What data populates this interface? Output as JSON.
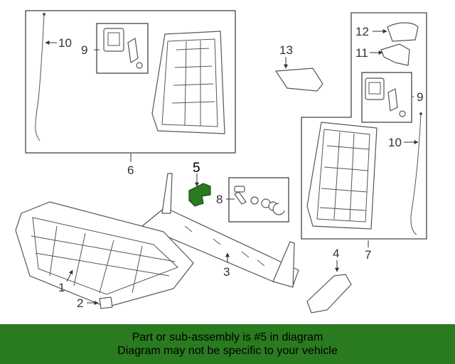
{
  "diagram": {
    "callouts": {
      "c1": "1",
      "c2": "2",
      "c3": "3",
      "c4": "4",
      "c5": "5",
      "c6": "6",
      "c7": "7",
      "c8": "8",
      "c9_left": "9",
      "c9_right": "9",
      "c10_left": "10",
      "c10_right": "10",
      "c11": "11",
      "c12": "12",
      "c13": "13"
    },
    "highlight_part": "5",
    "colors": {
      "highlight": "#2a7a1f",
      "banner": "#2a7a1f",
      "line": "#555555"
    }
  },
  "banner": {
    "line1": "Part or sub-assembly is #5 in diagram",
    "line2": "Diagram may not be specific to your vehicle"
  }
}
